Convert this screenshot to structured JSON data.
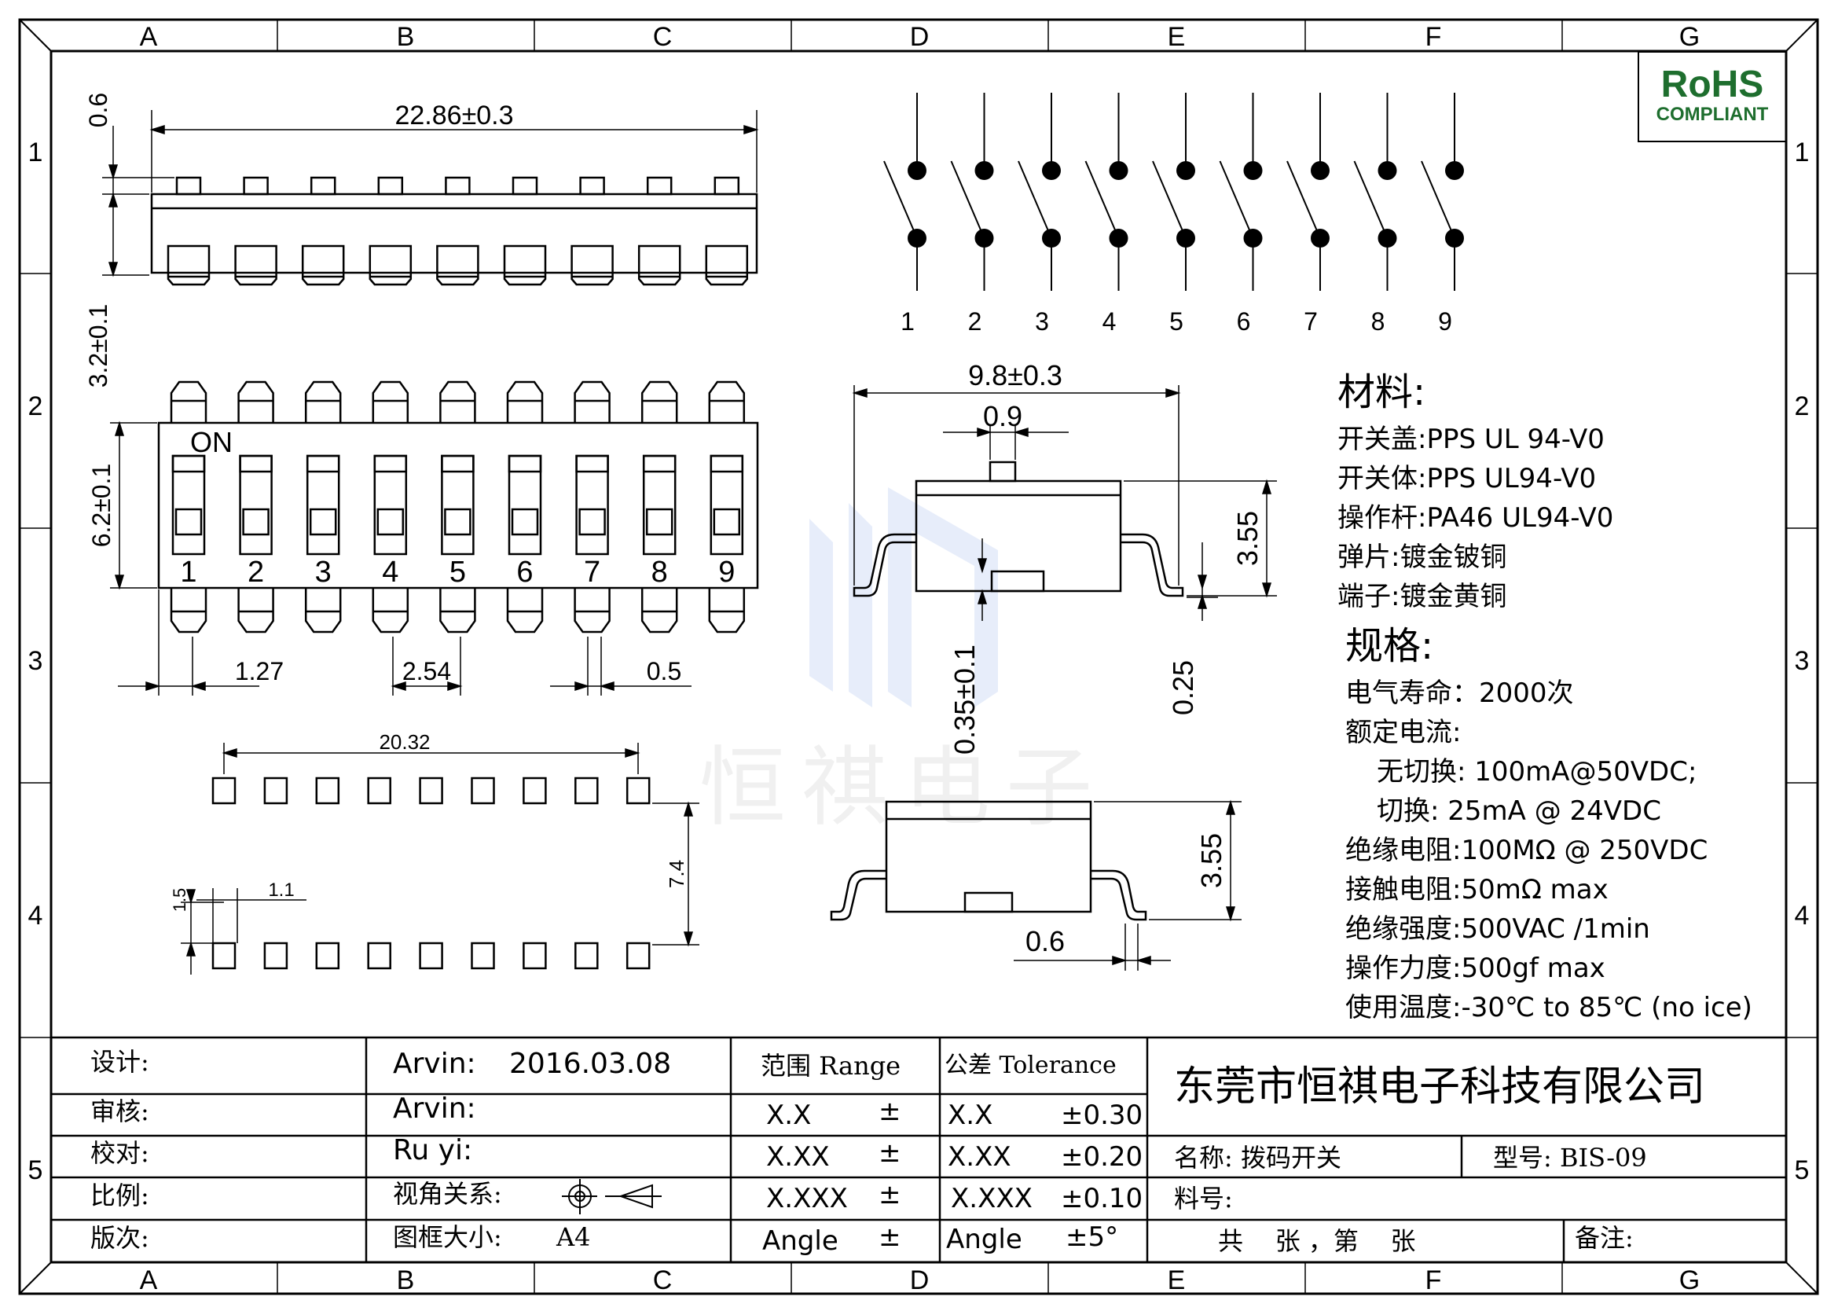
{
  "grid": {
    "columns": [
      "A",
      "B",
      "C",
      "D",
      "E",
      "F",
      "G"
    ],
    "rows": [
      "1",
      "2",
      "3",
      "4",
      "5"
    ]
  },
  "rohs": {
    "line1": "RoHS",
    "line2": "COMPLIANT",
    "color": "#1e6e2e"
  },
  "top_view": {
    "dim_length": "22.86±0.3",
    "dim_pin_height": "0.6",
    "dim_body_height": "3.2±0.1"
  },
  "front_view": {
    "on_label": "ON",
    "switch_numbers": [
      "1",
      "2",
      "3",
      "4",
      "5",
      "6",
      "7",
      "8",
      "9"
    ],
    "dim_height": "6.2±0.1",
    "dim_edge": "1.27",
    "dim_pitch": "2.54",
    "dim_pin_width": "0.5"
  },
  "schematic": {
    "pin_numbers": [
      "1",
      "2",
      "3",
      "4",
      "5",
      "6",
      "7",
      "8",
      "9"
    ]
  },
  "side_view": {
    "dim_width": "9.8±0.3",
    "dim_actuator": "0.9",
    "dim_height_1": "3.55",
    "dim_standoff": "0.35±0.1",
    "dim_lead_thickness": "0.25",
    "dim_height_2": "3.55",
    "dim_lead_width": "0.6"
  },
  "footprint": {
    "dim_span": "20.32",
    "dim_row_spacing": "7.4",
    "dim_pad_length": "1.5",
    "dim_pad_width": "1.1"
  },
  "watermark": {
    "text": "恒祺电子"
  },
  "materials": {
    "heading": "材料:",
    "items": [
      "开关盖:PPS UL 94-V0",
      "开关体:PPS  UL94-V0",
      "操作杆:PA46  UL94-V0",
      "弹片:镀金铍铜",
      "端子:镀金黄铜"
    ]
  },
  "specs": {
    "heading": "规格:",
    "items": [
      "电气寿命：2000次",
      "额定电流:",
      "无切换: 100mA@50VDC;",
      "切换: 25mA @ 24VDC",
      "绝缘电阻:100MΩ  @ 250VDC",
      "接触电阻:50mΩ  max",
      "绝缘强度:500VAC /1min",
      "操作力度:500gf max",
      "使用温度:-30℃ to 85℃ (no ice)"
    ]
  },
  "title_block": {
    "labels": [
      "设计:",
      "审核:",
      "校对:",
      "比例:",
      "版次:"
    ],
    "designer": "Arvin:",
    "design_date": "2016.03.08",
    "reviewer": "Arvin:",
    "checker": "Ru  yi:",
    "projection_label": "视角关系:",
    "frame_size_label": "图框大小:",
    "frame_size_value": "A4",
    "range_header": "范围 Range",
    "tolerance_header": "公差 Tolerance",
    "range_rows": [
      "X.X",
      "X.XX",
      "X.XXX",
      "Angle"
    ],
    "plus_minus": "±",
    "tolerance_formats": [
      "X.X",
      "X.XX",
      "X.XXX",
      "Angle"
    ],
    "tolerance_values": [
      "±0.30",
      "±0.20",
      "±0.10",
      "±5°"
    ],
    "company": "东莞市恒祺电子科技有限公司",
    "name_label": "名称: 拨码开关",
    "model_label": "型号: BIS-09",
    "part_no_label": "料号:",
    "sheet_label": "共    张 ，第    张",
    "remarks_label": "备注:"
  }
}
